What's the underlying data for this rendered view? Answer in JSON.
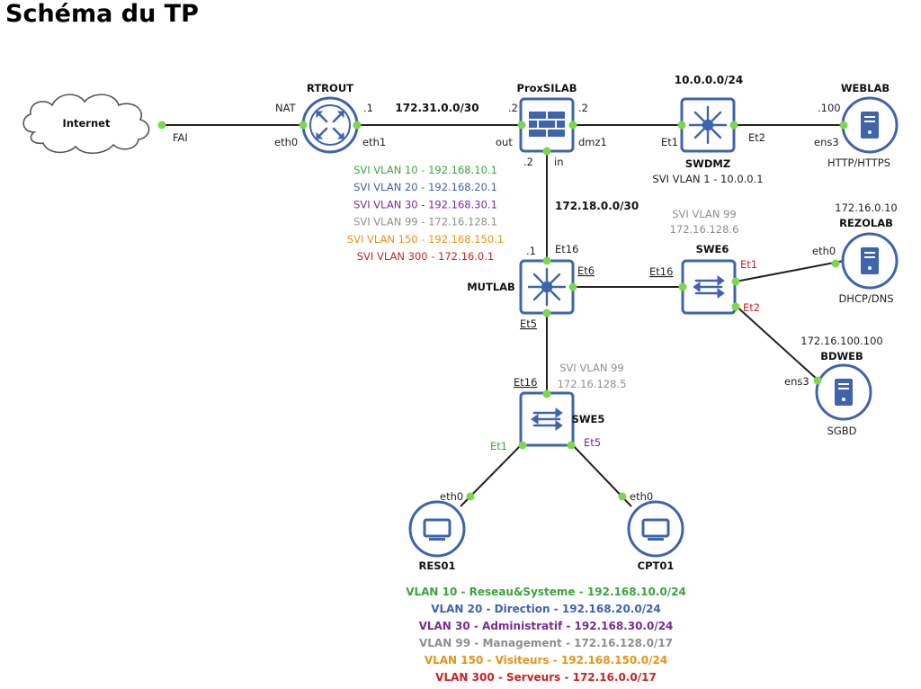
{
  "title": "Schéma du TP",
  "colors": {
    "vlan10": "#3aa53a",
    "vlan20": "#3f63ad",
    "vlan30": "#7b2a9a",
    "vlan99": "#8e8e8e",
    "vlan150": "#e89317",
    "vlan300": "#cc2222",
    "device": "#3e64ad",
    "dot": "#7cd84a",
    "link": "#222222"
  },
  "nodes": {
    "internet": {
      "name": "Internet",
      "icon": "cloud-icon"
    },
    "rtrout": {
      "name": "RTROUT",
      "icon": "router-icon"
    },
    "proxsilab": {
      "name": "ProxSILAB",
      "icon": "firewall-icon"
    },
    "swdmz": {
      "name": "SWDMZ",
      "icon": "l3-switch-icon",
      "svi": "SVI VLAN 1 - 10.0.0.1"
    },
    "weblab": {
      "name": "WEBLAB",
      "icon": "server-icon",
      "service": "HTTP/HTTPS"
    },
    "mutlab": {
      "name": "MUTLAB",
      "icon": "l3-switch-icon"
    },
    "swe6": {
      "name": "SWE6",
      "icon": "switch-icon",
      "svi1": "SVI VLAN 99",
      "svi2": "172.16.128.6"
    },
    "rezolab": {
      "name": "REZOLAB",
      "icon": "server-icon",
      "ip": "172.16.0.10",
      "service": "DHCP/DNS"
    },
    "bdweb": {
      "name": "BDWEB",
      "icon": "server-icon",
      "ip": "172.16.100.100",
      "service": "SGBD"
    },
    "swe5": {
      "name": "SWE5",
      "icon": "switch-icon",
      "svi1": "SVI VLAN 99",
      "svi2": "172.16.128.5"
    },
    "res01": {
      "name": "RES01",
      "icon": "workstation-icon"
    },
    "cpt01": {
      "name": "CPT01",
      "icon": "workstation-icon"
    }
  },
  "ports": {
    "fai": "FAI",
    "nat": "NAT",
    "rt_eth0": "eth0",
    "rt_eth1": "eth1",
    "rt_host": ".1",
    "px_out": "out",
    "px_out_host": ".2",
    "px_dmz1": "dmz1",
    "px_dmz1_host": ".2",
    "px_in": "in",
    "px_in_host": ".2",
    "swdmz_et1": "Et1",
    "swdmz_et2": "Et2",
    "weblab_host": ".100",
    "weblab_ens3": "ens3",
    "mut_host": ".1",
    "mut_et16": "Et16",
    "mut_et6": "Et6",
    "mut_et5": "Et5",
    "swe6_et16": "Et16",
    "swe6_et1": "Et1",
    "swe6_et2": "Et2",
    "rezolab_eth0": "eth0",
    "bdweb_ens3": "ens3",
    "swe5_et16": "Et16",
    "swe5_et1": "Et1",
    "swe5_et5": "Et5",
    "res01_eth0": "eth0",
    "cpt01_eth0": "eth0"
  },
  "networks": {
    "wan": "172.31.0.0/30",
    "dmz": "10.0.0.0/24",
    "transit": "172.18.0.0/30"
  },
  "mutlab_svis": [
    {
      "text": "SVI VLAN 10 - 192.168.10.1",
      "color": "#3aa53a"
    },
    {
      "text": "SVI VLAN 20 - 192.168.20.1",
      "color": "#3f63ad"
    },
    {
      "text": "SVI VLAN 30 - 192.168.30.1",
      "color": "#7b2a9a"
    },
    {
      "text": "SVI VLAN 99 - 172.16.128.1",
      "color": "#8e8e8e"
    },
    {
      "text": "SVI VLAN 150 - 192.168.150.1",
      "color": "#e89317"
    },
    {
      "text": "SVI VLAN 300 - 172.16.0.1",
      "color": "#cc2222"
    }
  ],
  "legend": [
    {
      "text": "VLAN 10 - Reseau&Systeme - 192.168.10.0/24",
      "color": "#3aa53a"
    },
    {
      "text": "VLAN 20 - Direction - 192.168.20.0/24",
      "color": "#3f63ad"
    },
    {
      "text": "VLAN 30 - Administratif - 192.168.30.0/24",
      "color": "#7b2a9a"
    },
    {
      "text": "VLAN 99 - Management - 172.16.128.0/17",
      "color": "#8e8e8e"
    },
    {
      "text": "VLAN 150 - Visiteurs - 192.168.150.0/24",
      "color": "#e89317"
    },
    {
      "text": "VLAN 300 - Serveurs - 172.16.0.0/17",
      "color": "#cc2222"
    }
  ]
}
